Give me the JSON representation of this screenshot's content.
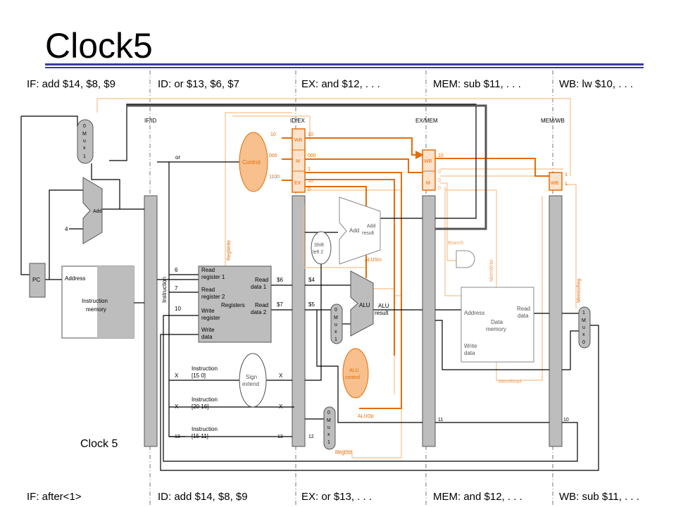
{
  "title": "Clock5",
  "top_stages": {
    "if": "IF: add $14, $8, $9",
    "id": "ID: or $13, $6, $7",
    "ex": "EX: and $12, . . .",
    "mem": "MEM: sub $11, . . .",
    "wb": "WB: lw $10, . . ."
  },
  "bottom_stages": {
    "if": "IF: after<1>",
    "id": "ID: add $14, $8, $9",
    "ex": "EX: or $13, . . .",
    "mem": "MEM: and $12, . . .",
    "wb": "WB: sub $11, . . ."
  },
  "clock_label": "Clock 5",
  "pipeline_registers": [
    "IF/ID",
    "ID/EX",
    "EX/MEM",
    "MEM/WB"
  ],
  "units": {
    "pc": "PC",
    "add": "Add",
    "four": "4",
    "instr_mem_address": "Address",
    "instr_mem_line1": "Instruction",
    "instr_mem_line2": "memory",
    "instruction_vert": "Instruction",
    "control": "Control",
    "regs_read1_a": "Read",
    "regs_read1_b": "register 1",
    "regs_read2_a": "Read",
    "regs_read2_b": "register 2",
    "regs_write_a": "Write",
    "regs_write_b": "register",
    "regs_wdata_a": "Write",
    "regs_wdata_b": "data",
    "regs_title": "Registers",
    "regs_rd1_a": "Read",
    "regs_rd1_b": "data 1",
    "regs_rd2_a": "Read",
    "regs_rd2_b": "data 2",
    "regwrite": "RegWrite",
    "sign_a": "Sign",
    "sign_b": "extend",
    "shift_a": "Shift",
    "shift_b": "left 2",
    "add2": "Add",
    "add2_res_a": "Add",
    "add2_res_b": "result",
    "alu": "ALU",
    "alu_res_a": "ALU",
    "alu_res_b": "result",
    "alusrc": "ALUSrc",
    "aluctl_a": "ALU",
    "aluctl_b": "control",
    "aluop": "ALUOp",
    "regdst": "RegDst",
    "branch": "Branch",
    "memwrite": "MemWrite",
    "memread": "MemRead",
    "memtoreg": "MemtoReg",
    "dm_address": "Address",
    "dm_read_a": "Read",
    "dm_read_b": "data",
    "dm_title_a": "Data",
    "dm_title_b": "memory",
    "dm_write_a": "Write",
    "dm_write_b": "data",
    "wb": "WB",
    "m": "M",
    "ex": "EX",
    "instr_15_0_a": "Instruction",
    "instr_15_0_b": "[15   0]",
    "instr_20_16_a": "Instruction",
    "instr_20_16_b": "[20   16]",
    "instr_15_11_a": "Instruction",
    "instr_15_11_b": "[15   11]"
  },
  "values": {
    "or": "or",
    "r6": "6",
    "r7": "7",
    "r10": "10",
    "d6": "$6",
    "d7": "$7",
    "d4": "$4",
    "d5": "$5",
    "x1": "X",
    "x2": "X",
    "x3": "X",
    "x4": "X",
    "n13a": "13",
    "n13b": "13",
    "n12": "12",
    "n11": "11",
    "n10": "10",
    "c_wb": "10",
    "c_m": "000",
    "c_ex": "1100",
    "idex_wb": "10",
    "idex_m": "000",
    "idex_ex1": "1",
    "idex_ex2": "10",
    "idex_ex3": "0",
    "exmem_wb": "10",
    "exmem_m1": "0",
    "exmem_m2": "0",
    "exmem_m3": "0",
    "memwb_1": "1",
    "memwb_2": "1"
  },
  "mux_labels": {
    "top": "0",
    "m": "M",
    "u": "u",
    "x": "x",
    "bottom": "1",
    "wb_top": "1",
    "wb_bottom": "0"
  },
  "colors": {
    "accent": "#e46c0a",
    "pale": "#f7c08c",
    "datapath": "#000000",
    "rule": "#3a3aa0"
  }
}
